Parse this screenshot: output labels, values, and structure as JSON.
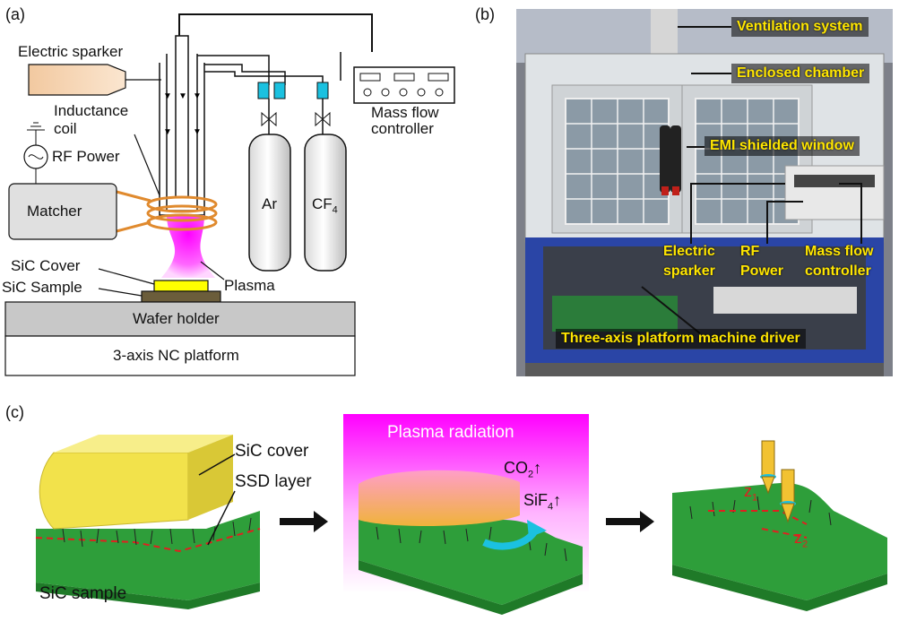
{
  "panel_a": {
    "tag": "(a)",
    "electric_sparker": "Electric sparker",
    "inductance_coil": [
      "Inductance",
      "coil"
    ],
    "rf_power": "RF Power",
    "matcher": "Matcher",
    "ar": "Ar",
    "cf4": "CF",
    "cf4_sub": "4",
    "mass_flow_controller": [
      "Mass flow",
      "controller"
    ],
    "plasma": "Plasma",
    "sic_cover": "SiC Cover",
    "sic_sample": "SiC Sample",
    "wafer_holder": "Wafer holder",
    "platform": "3-axis NC platform"
  },
  "panel_b": {
    "tag": "(b)",
    "ventilation": "Ventilation system",
    "enclosed": "Enclosed chamber",
    "emi": "EMI shielded window",
    "electric_sparker": [
      "Electric",
      "sparker"
    ],
    "rf_power": [
      "RF",
      "Power"
    ],
    "mass_flow": [
      "Mass flow",
      "controller"
    ],
    "driver": "Three-axis platform machine driver"
  },
  "panel_c": {
    "tag": "(c)",
    "sic_cover": "SiC cover",
    "ssd_layer": "SSD layer",
    "sic_sample": "SiC sample",
    "plasma_radiation": "Plasma radiation",
    "co2": "CO",
    "co2_sub": "2",
    "sif4": "SiF",
    "sif4_sub": "4",
    "up_arrow": "↑",
    "z1": "z",
    "z1_sub": "1",
    "z2": "z",
    "z2_sub": "2"
  },
  "colors": {
    "plasma_magenta": "#ff00ff",
    "coil_orange": "#e08a2e",
    "cover_yellow": "#f2e24b",
    "sample_green": "#2e9e3a",
    "flow_cyan": "#1bc1e0",
    "label_yellow": "#ffe600",
    "damage_red": "#e02020"
  }
}
